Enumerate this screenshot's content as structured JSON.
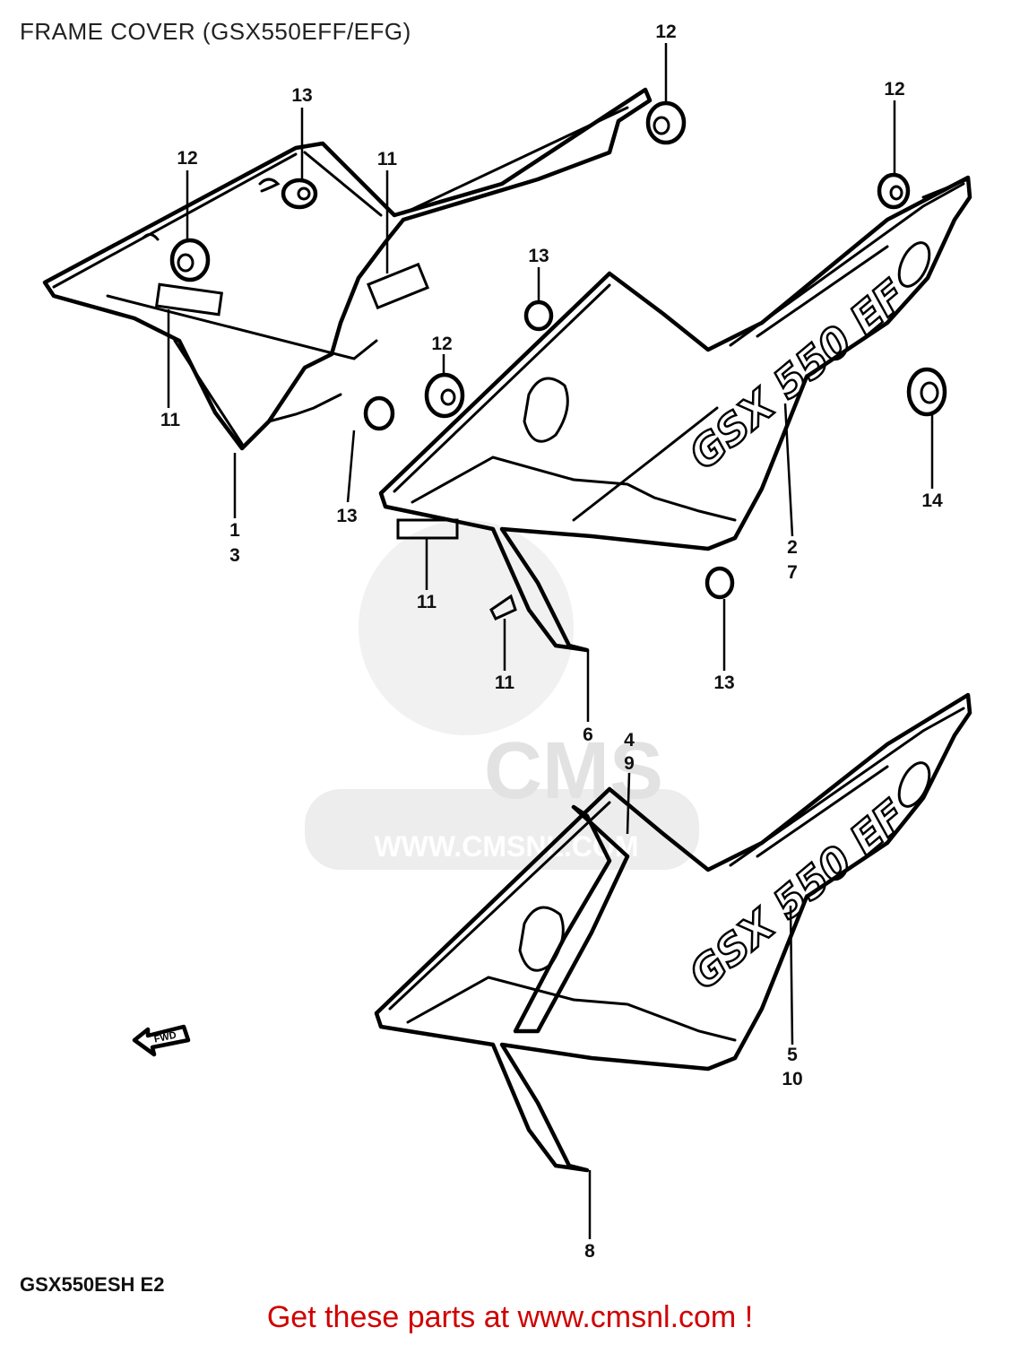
{
  "title": "FRAME COVER (GSX550EFF/EFG)",
  "model_code": "GSX550ESH E2",
  "footer": "Get these parts at www.cmsnl.com !",
  "watermark": {
    "brand": "CMS",
    "url": "WWW.CMSNL.COM"
  },
  "decal_text": "GSX 550 EF",
  "front_arrow_label": "FWD",
  "callouts": [
    "12",
    "13",
    "11",
    "12",
    "11",
    "1",
    "3",
    "13",
    "12",
    "12",
    "13",
    "14",
    "2",
    "7",
    "11",
    "11",
    "13",
    "6",
    "4",
    "9",
    "5",
    "10",
    "8"
  ]
}
